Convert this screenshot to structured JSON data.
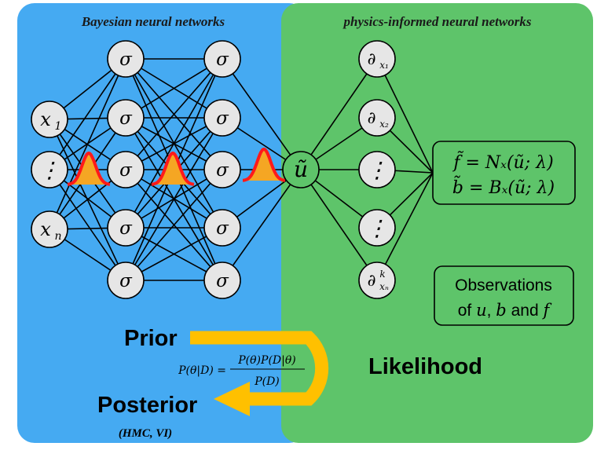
{
  "panels": {
    "left_title": "Bayesian neural networks",
    "right_title": "physics-informed neural networks"
  },
  "colors": {
    "left_panel": "#45aaf2",
    "right_panel": "#5ec46a",
    "node_fill": "#e6e6e6",
    "gauss_fill": "#f5a623",
    "gauss_stroke": "#ff1a1a",
    "arrow": "#ffc000"
  },
  "nodes": {
    "inputs": [
      "x",
      "⋮",
      "x"
    ],
    "input_subs": [
      "1",
      "",
      "n"
    ],
    "activation": "σ",
    "output": "ũ",
    "derivs": [
      "∂",
      "∂",
      "⋮",
      "⋮",
      "∂"
    ],
    "deriv_subs": [
      "x₁",
      "x₂",
      "",
      "",
      "xₙ"
    ],
    "deriv_sup": "k"
  },
  "equations": {
    "f_line": "f̃ = Nₓ(ũ; λ)",
    "b_line": "b̃ = Bₓ(ũ; λ)"
  },
  "observations": {
    "line1": "Observations",
    "line2_pre": "of ",
    "u": "u",
    "sep": ", ",
    "b": "b",
    "and": " and ",
    "f": "f"
  },
  "labels": {
    "prior": "Prior",
    "likelihood": "Likelihood",
    "posterior": "Posterior",
    "methods": "(HMC, VI)",
    "bayes_lhs": "P(θ|D) =",
    "bayes_num": "P(θ)P(D|θ)",
    "bayes_den": "P(D)"
  }
}
